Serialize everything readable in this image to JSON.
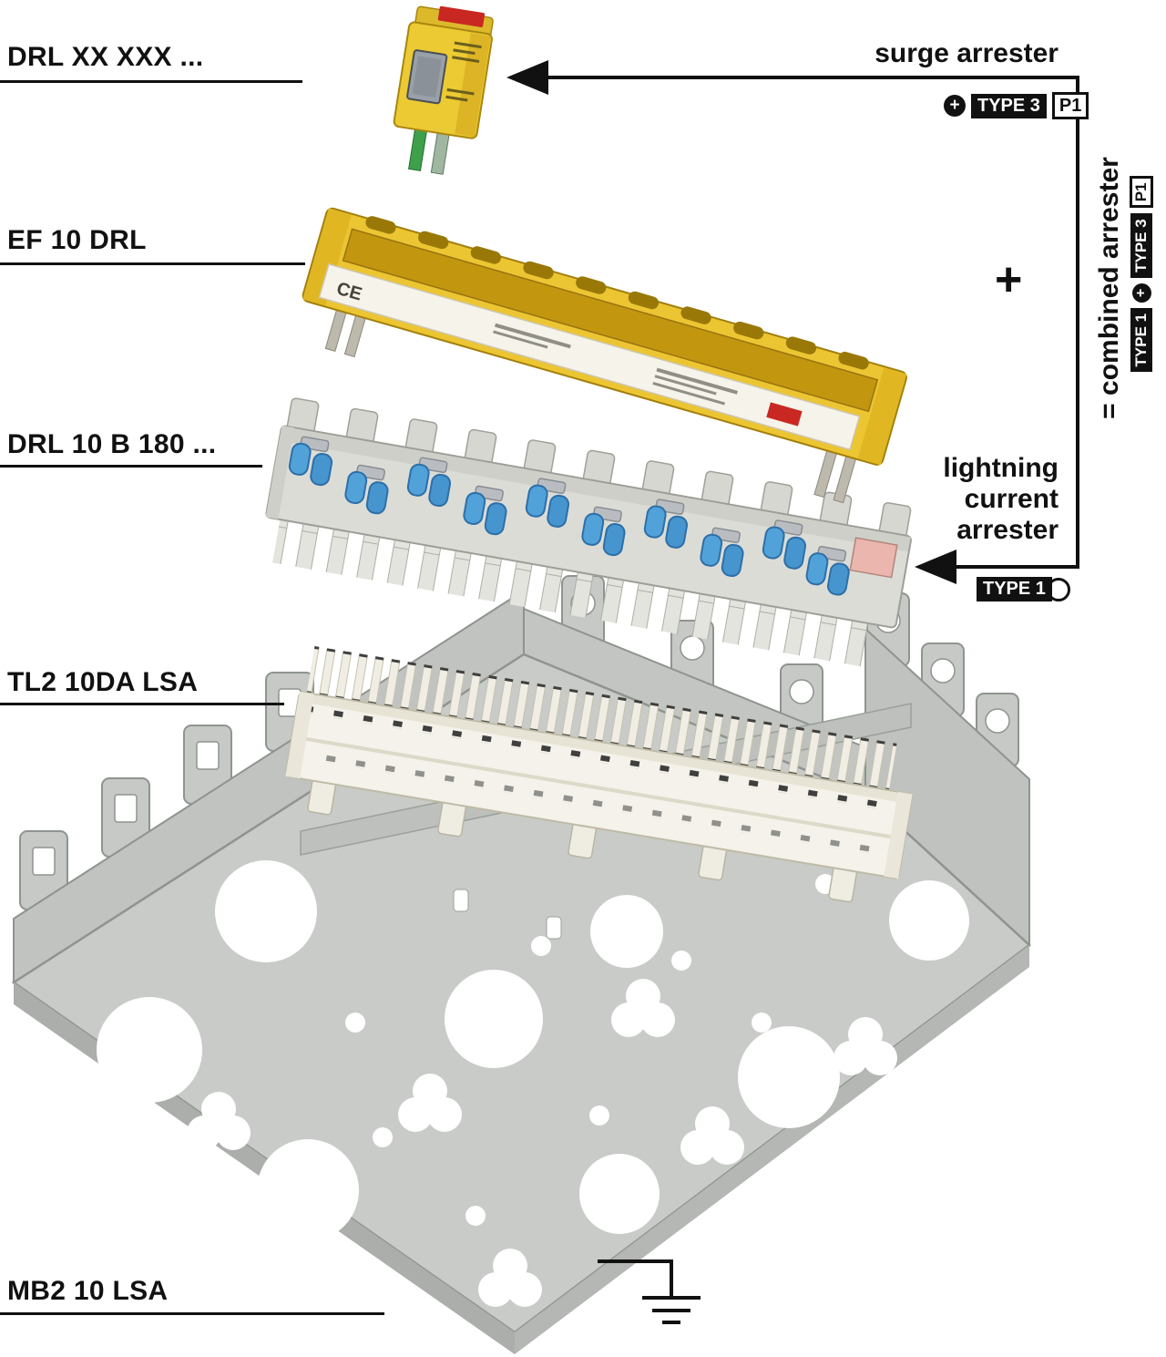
{
  "part_labels": {
    "plug": "DRL XX XXX ...",
    "frame": "EF 10 DRL",
    "arrester_module": "DRL 10 B 180 ...",
    "terminal_block": "TL2 10DA LSA",
    "mount_frame": "MB2 10 LSA"
  },
  "annotations": {
    "surge_arrester": "surge arrester",
    "lightning_1": "lightning",
    "lightning_2": "current",
    "lightning_3": "arrester",
    "combined_arrester": "= combined arrester",
    "plus_between": "+"
  },
  "badges": {
    "plus_icon": "+",
    "type3": "TYPE 3",
    "p1": "P1",
    "type1": "TYPE 1"
  },
  "markings": {
    "ce": "CE"
  },
  "colors": {
    "ink": "#111111",
    "yellow": "#ecc532",
    "blue": "#52a2da",
    "metal": "#c8cbc7",
    "red_logo": "#c92722"
  }
}
